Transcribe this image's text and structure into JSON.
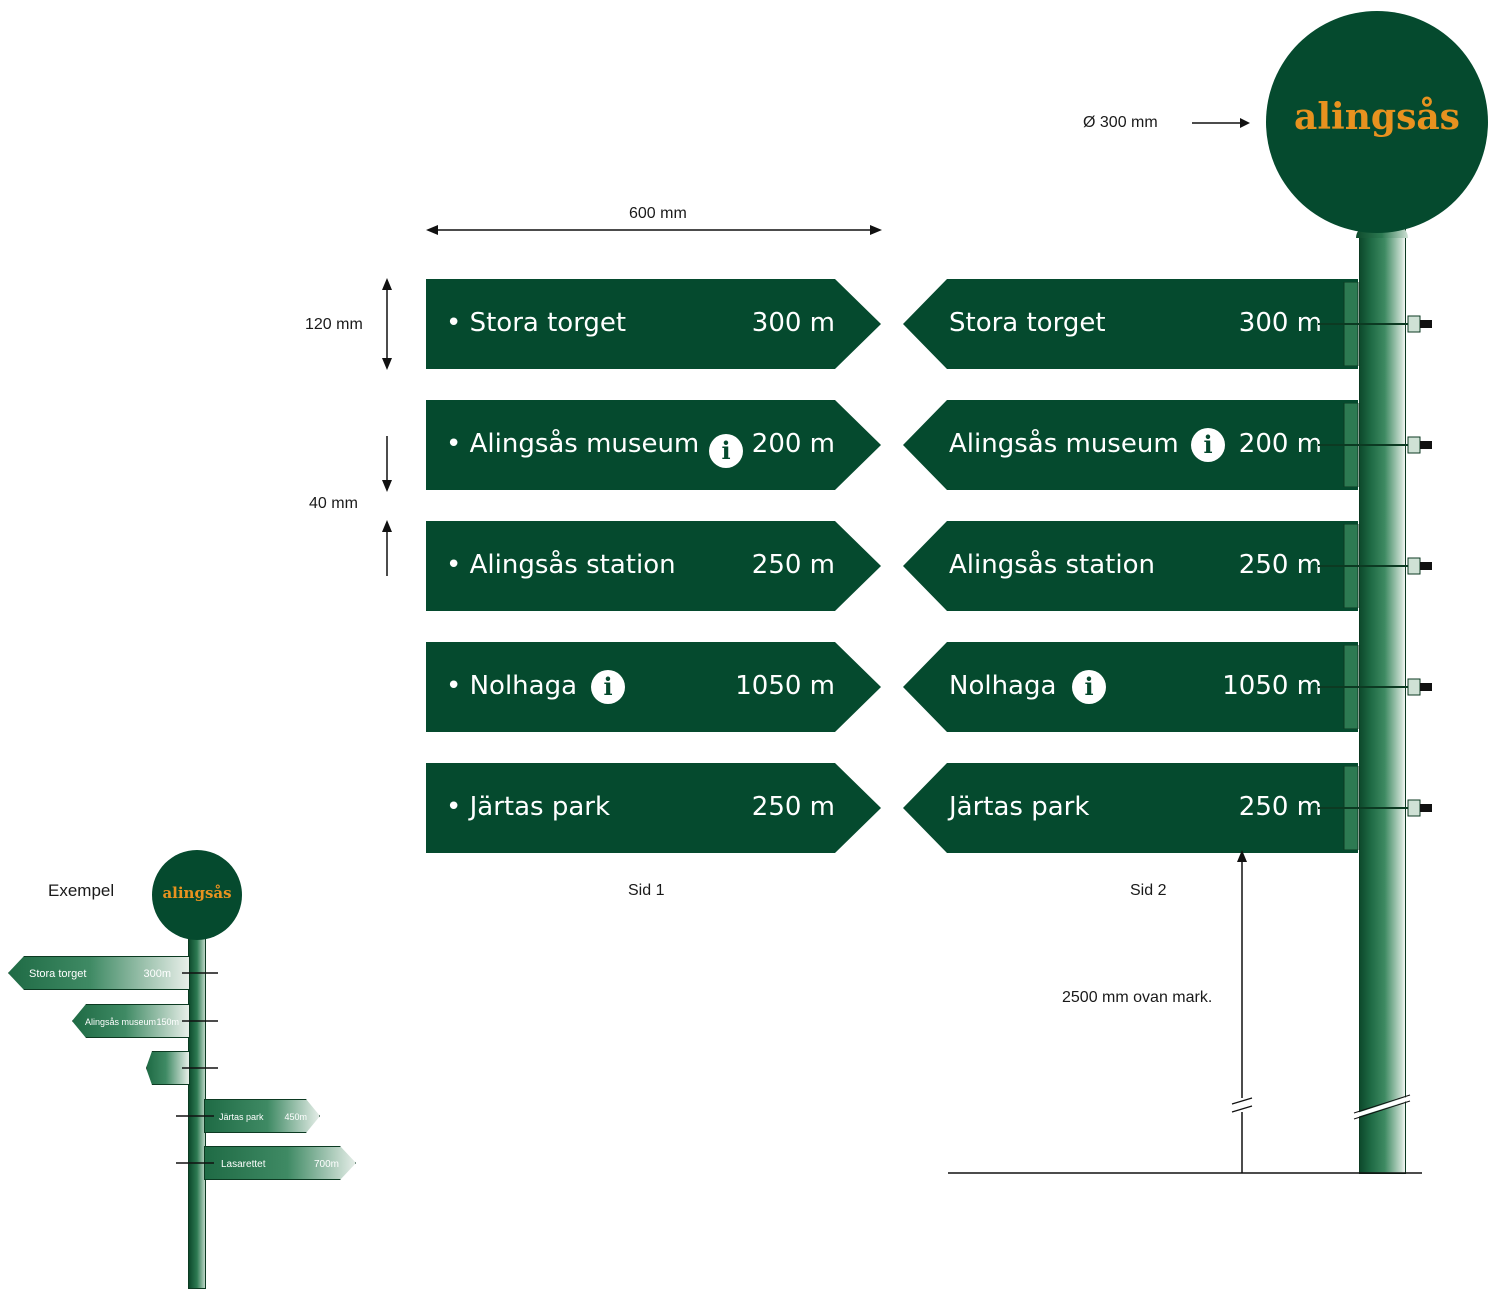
{
  "dimensions": {
    "diameter": "Ø 300 mm",
    "width": "600 mm",
    "height": "120 mm",
    "gap": "40 mm",
    "ground_height": "2500 mm ovan mark."
  },
  "logo": {
    "text": "alingsås",
    "color": "#e8921f",
    "disc_color": "#054a2e"
  },
  "side_labels": {
    "side1": "Sid 1",
    "side2": "Sid 2"
  },
  "signs_side1": [
    {
      "name": "• Stora torget",
      "distance": "300 m",
      "info": false
    },
    {
      "name": "• Alingsås museum",
      "distance": "200 m",
      "info": true
    },
    {
      "name": "• Alingsås station",
      "distance": "250 m",
      "info": false
    },
    {
      "name": "• Nolhaga",
      "distance": "1050 m",
      "info": true
    },
    {
      "name": "• Järtas park",
      "distance": "250 m",
      "info": false
    }
  ],
  "signs_side2": [
    {
      "name": "Stora torget",
      "distance": "300 m",
      "info": false
    },
    {
      "name": "Alingsås museum",
      "distance": "200 m",
      "info": true
    },
    {
      "name": "Alingsås station",
      "distance": "250 m",
      "info": false
    },
    {
      "name": "Nolhaga",
      "distance": "1050 m",
      "info": true
    },
    {
      "name": "Järtas park",
      "distance": "250 m",
      "info": false
    }
  ],
  "info_glyph": "i",
  "example": {
    "label": "Exempel",
    "signs": [
      {
        "name": "Stora torget",
        "distance": "300m"
      },
      {
        "name": "Alingsås museum",
        "distance": "150m"
      },
      {
        "name": "Järtas park",
        "distance": "450m"
      },
      {
        "name": "Lasarettet",
        "distance": "700m"
      }
    ]
  },
  "colors": {
    "sign_green": "#054a2e",
    "pole_green": "#1f6b45",
    "accent_orange": "#e8921f"
  }
}
